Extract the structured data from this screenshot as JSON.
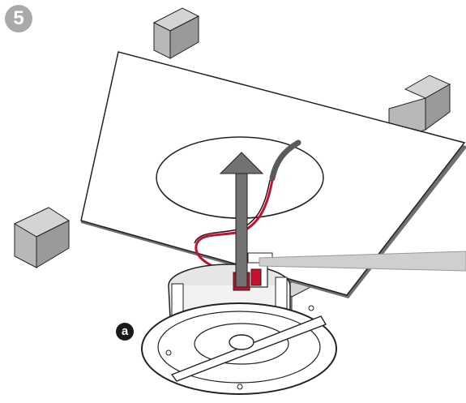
{
  "step_number": "5",
  "callout_label": "a",
  "colors": {
    "step_badge": "#a9a9a9",
    "callout": "#1a1a1a",
    "ceiling_panel": "#ffffff",
    "joist_light": "#d0d0d0",
    "joist_mid": "#b8b8b8",
    "joist_dark": "#909090",
    "arrow": "#707070",
    "wire_red": "#c8102e",
    "wire_gray": "#707070",
    "outline": "#222222"
  },
  "icons": {
    "step": "step-number-badge",
    "callout": "callout-letter-badge",
    "arrow": "upward-arrow-icon"
  }
}
